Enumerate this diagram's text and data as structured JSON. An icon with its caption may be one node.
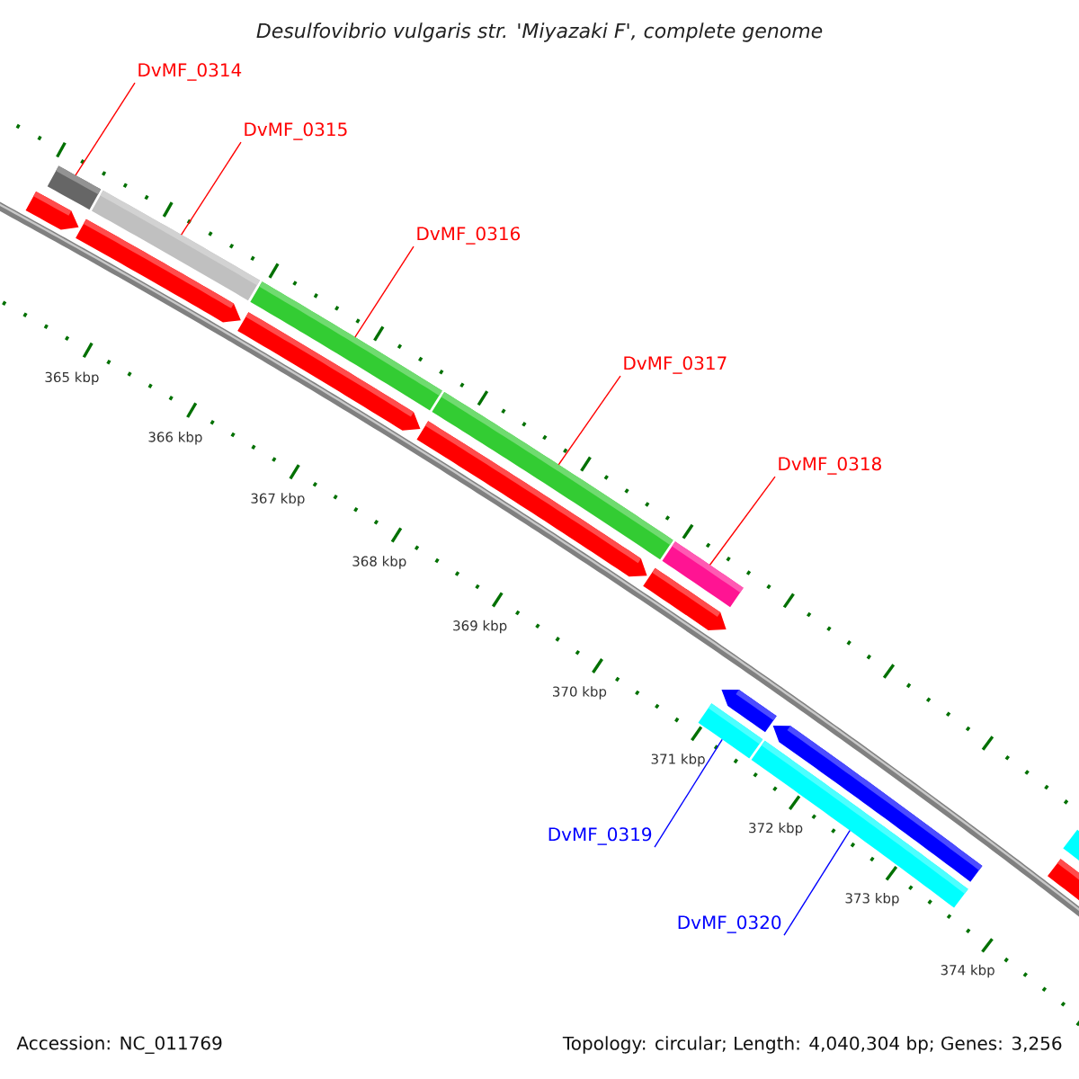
{
  "diagram": {
    "title": "Desulfovibrio vulgaris str. 'Miyazaki F', complete genome",
    "nodes": [
      {
        "text": [
          "DvMF_0314"
        ]
      },
      {
        "text": [
          "DvMF_0315"
        ]
      },
      {
        "text": [
          "DvMF_0316"
        ]
      },
      {
        "text": [
          "DvMF_0317"
        ]
      },
      {
        "text": [
          "DvMF_0318"
        ]
      },
      {
        "text": [
          "DvMF_0319"
        ]
      },
      {
        "text": [
          "DvMF_0320"
        ]
      },
      {
        "text": [],
        "shape": "bar"
      },
      {
        "text": [],
        "shape": "bar"
      },
      {
        "text": [],
        "shape": "bar"
      },
      {
        "text": [],
        "shape": "bar"
      },
      {
        "text": [],
        "shape": "bar"
      },
      {
        "text": [],
        "shape": "bar"
      },
      {
        "text": [],
        "shape": "bar"
      }
    ],
    "edges": [
      {
        "from": 0,
        "to": 7,
        "arrow": "none"
      },
      {
        "from": 1,
        "to": 8,
        "arrow": "none"
      },
      {
        "from": 2,
        "to": 9,
        "arrow": "none"
      },
      {
        "from": 3,
        "to": 10,
        "arrow": "none"
      },
      {
        "from": 4,
        "to": 11,
        "arrow": "none"
      },
      {
        "from": 5,
        "to": 12,
        "arrow": "none",
        "color": "#0000ff"
      },
      {
        "from": 6,
        "to": 13,
        "arrow": "none",
        "color": "#0000ff"
      }
    ],
    "labels": [
      "365 kbp",
      "366 kbp",
      "367 kbp",
      "368 kbp",
      "369 kbp",
      "370 kbp",
      "371 kbp",
      "372 kbp",
      "373 kbp",
      "374 kbp",
      "Accession: NC_011769",
      "Topology: circular; Length: 4,040,304 bp; Genes: 3,256"
    ]
  }
}
